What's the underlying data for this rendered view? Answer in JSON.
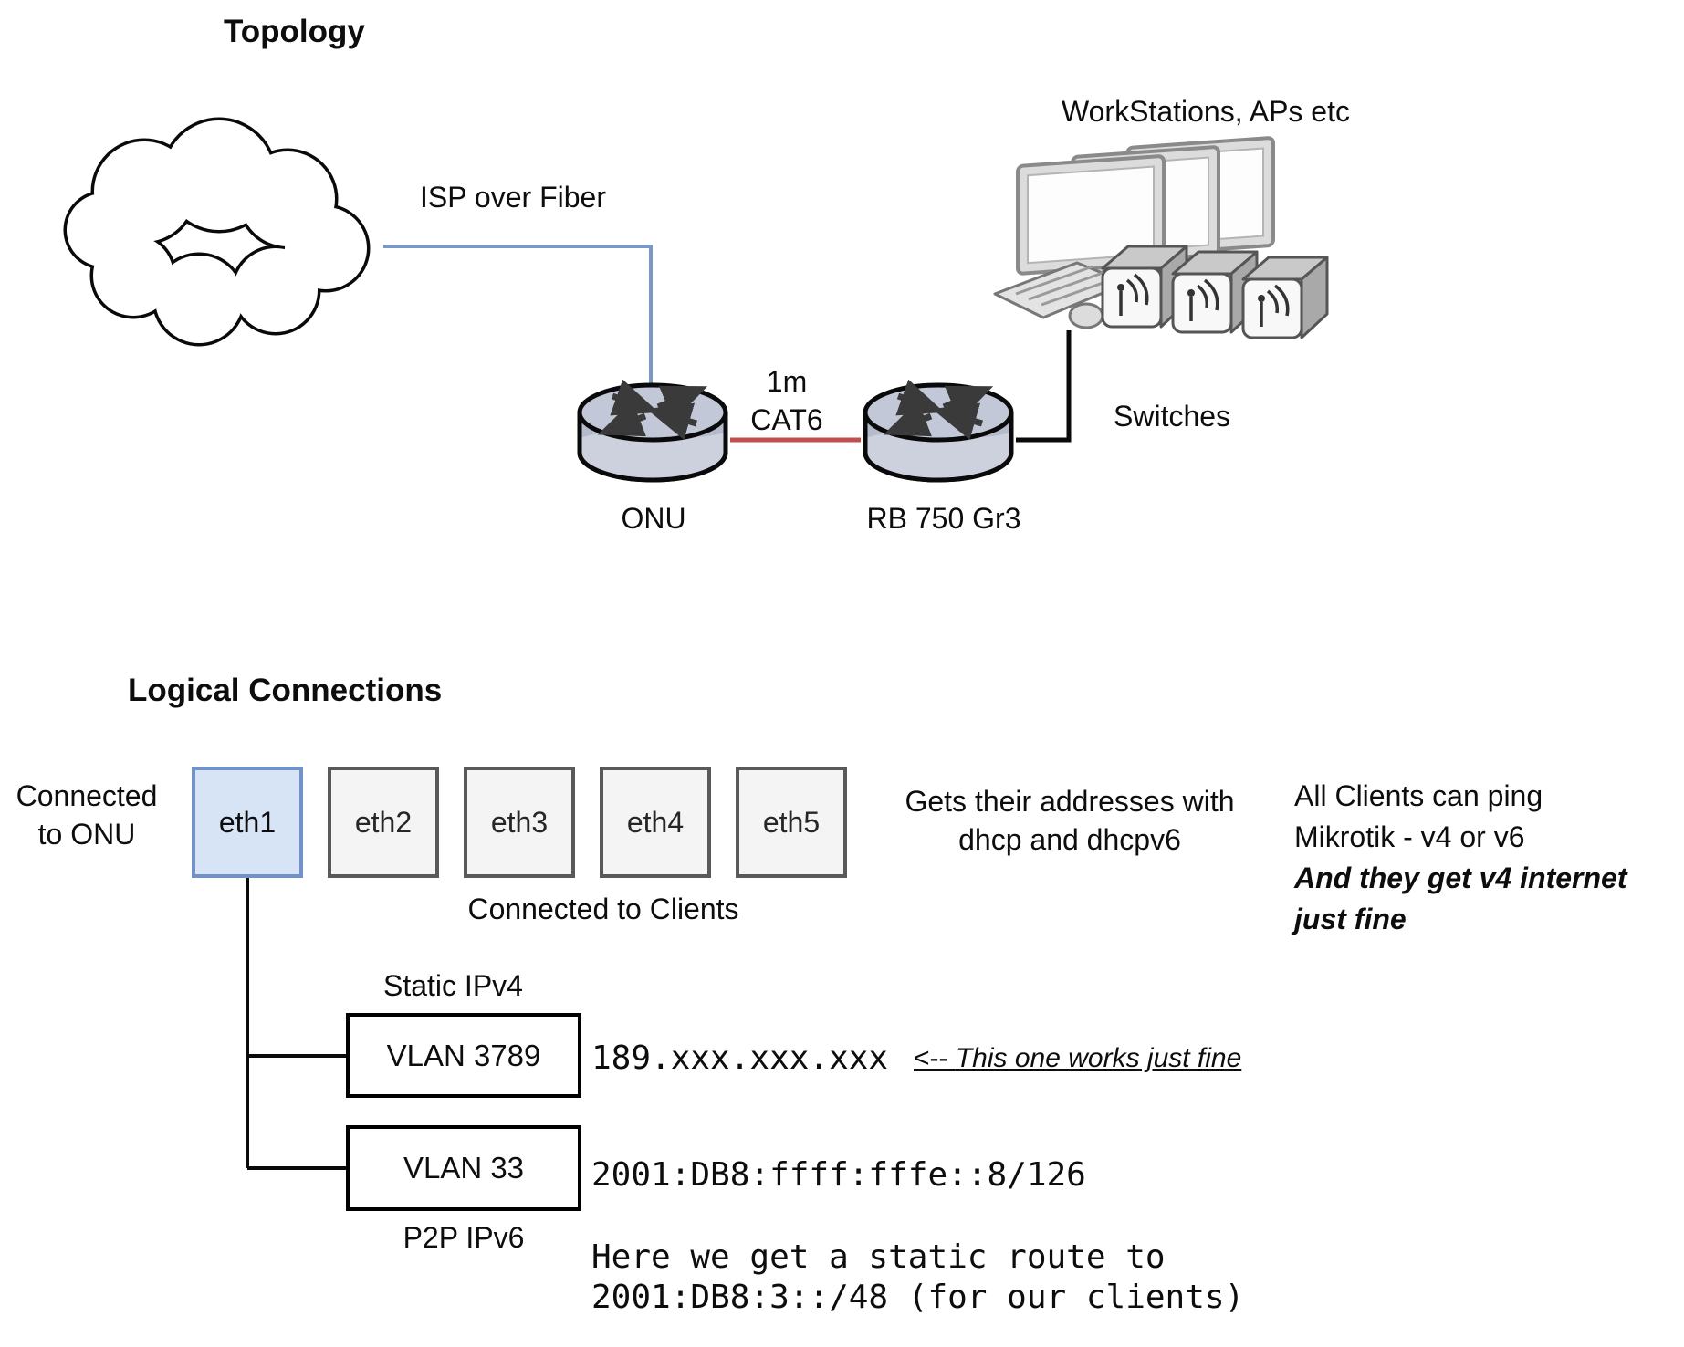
{
  "colors": {
    "line_blue": "#7b97c4",
    "line_red": "#c14f4f",
    "eth1_fill": "#d7e4f6",
    "eth1_border": "#7192c7",
    "port_fill": "#f4f4f4",
    "port_border": "#595959",
    "box_border": "#000000"
  },
  "topology": {
    "title": "Topology",
    "isp_link_label": "ISP over Fiber",
    "cable_length": "1m",
    "cable_type": "CAT6",
    "onu_label": "ONU",
    "router_label": "RB 750 Gr3",
    "workstations_label": "WorkStations, APs etc",
    "switches_label": "Switches"
  },
  "logical": {
    "title": "Logical Connections",
    "eth1_note_line1": "Connected",
    "eth1_note_line2": "to ONU",
    "ports": [
      {
        "label": "eth1",
        "highlighted": true
      },
      {
        "label": "eth2",
        "highlighted": false
      },
      {
        "label": "eth3",
        "highlighted": false
      },
      {
        "label": "eth4",
        "highlighted": false
      },
      {
        "label": "eth5",
        "highlighted": false
      }
    ],
    "clients_note": "Connected to Clients",
    "dhcp_note_line1": "Gets their addresses with",
    "dhcp_note_line2": "dhcp and dhcpv6",
    "ping_note_line1": "All Clients can ping",
    "ping_note_line2": "Mikrotik - v4 or v6",
    "ping_note_emphasis_line1": "And they get v4 internet",
    "ping_note_emphasis_line2": "just fine",
    "vlan_ipv4": {
      "header": "Static IPv4",
      "box_label": "VLAN 3789",
      "address": "189.xxx.xxx.xxx",
      "arrow": "<--",
      "note": "This one works just fine"
    },
    "vlan_ipv6": {
      "box_label": "VLAN 33",
      "footer": "P2P IPv6",
      "address": "2001:DB8:ffff:fffe::8/126",
      "route_note_line1": "Here we get a static route to",
      "route_note_line2": "2001:DB8:3::/48 (for our clients)"
    }
  },
  "icons": {
    "cloud": "internet-cloud",
    "router": "router-cylinder-with-arrows",
    "workstation": "desktop-monitor",
    "access_point": "access-point-cube",
    "keyboard": "keyboard",
    "mouse": "mouse"
  }
}
